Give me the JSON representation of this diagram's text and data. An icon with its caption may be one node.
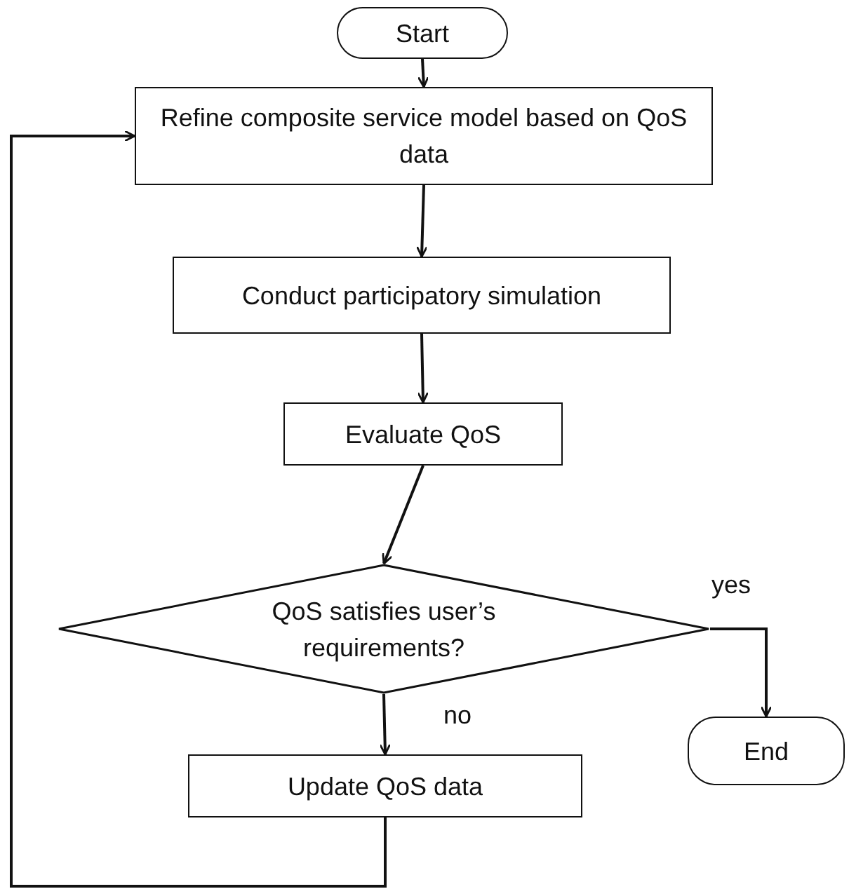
{
  "diagram": {
    "nodes": [
      {
        "text": [
          "Start"
        ]
      },
      {
        "text": [
          "Refine composite service model based on QoS data"
        ]
      },
      {
        "text": [
          "Conduct participatory simulation"
        ]
      },
      {
        "text": [
          "Evaluate QoS"
        ]
      },
      {
        "text": [
          "QoS satisfies user’s requirements?"
        ]
      },
      {
        "text": [
          "End"
        ]
      },
      {
        "text": [
          "Update QoS data"
        ]
      }
    ],
    "edges": [
      {
        "from": 0,
        "to": 1,
        "arrow": "to"
      },
      {
        "from": 1,
        "to": 2,
        "arrow": "to"
      },
      {
        "from": 2,
        "to": 3,
        "arrow": "to"
      },
      {
        "from": 3,
        "to": 4,
        "arrow": "to"
      },
      {
        "from": 4,
        "to": 5,
        "arrow": "to",
        "label": "yes"
      },
      {
        "from": 4,
        "to": 6,
        "arrow": "to",
        "label": "no"
      },
      {
        "from": 6,
        "to": 1,
        "arrow": "to"
      }
    ]
  }
}
